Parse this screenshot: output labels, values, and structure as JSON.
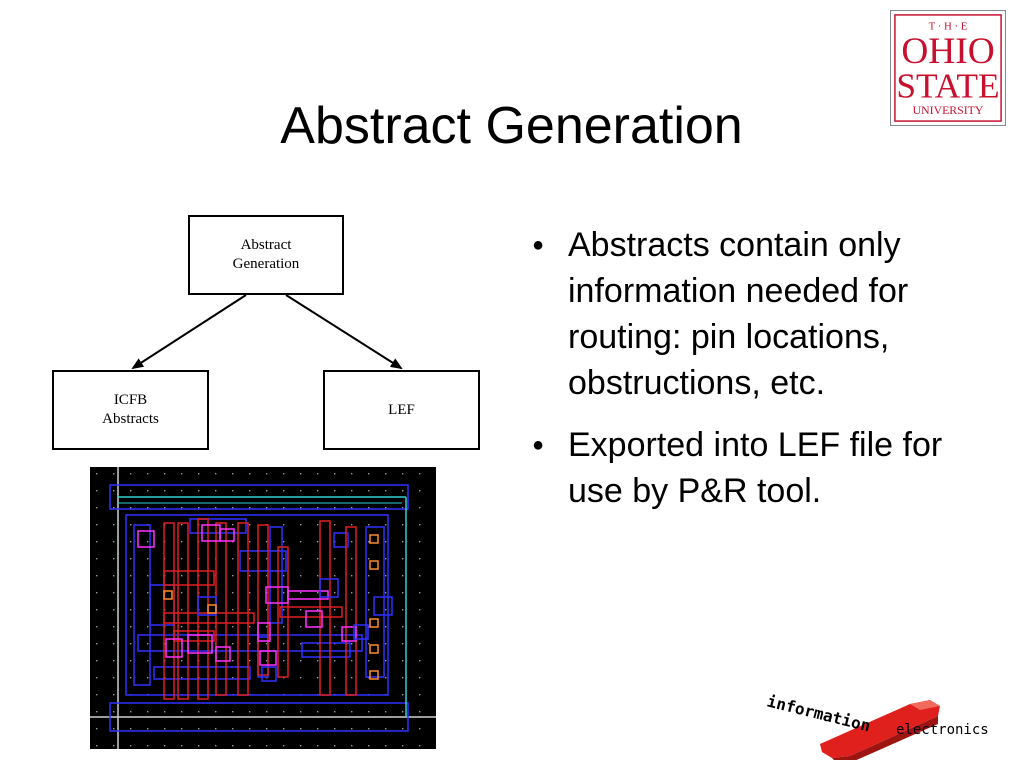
{
  "slide": {
    "title": "Abstract Generation"
  },
  "logo_osu": {
    "line1": "T · H · E",
    "line2": "OHIO",
    "line3": "STATE",
    "line4": "UNIVERSITY",
    "color": "#c8102e"
  },
  "diagram": {
    "nodes": {
      "top": "Abstract\nGeneration",
      "left": "ICFB\nAbstracts",
      "right": "LEF"
    }
  },
  "bullets": [
    {
      "text": "Abstracts contain only information needed for routing: pin locations, obstructions, etc."
    },
    {
      "text": "Exported into LEF file for use by P&R tool."
    }
  ],
  "logo_ie": {
    "word1": "information",
    "word2": "electronics",
    "color": "#e0201c"
  },
  "colors": {
    "layout_background": "#000000",
    "metal_blue": "#3030ff",
    "poly_red": "#e02020",
    "contact_magenta": "#ff33ff",
    "boundary_cyan": "#30d0d0",
    "grid_dots": "#9a9a9a"
  }
}
